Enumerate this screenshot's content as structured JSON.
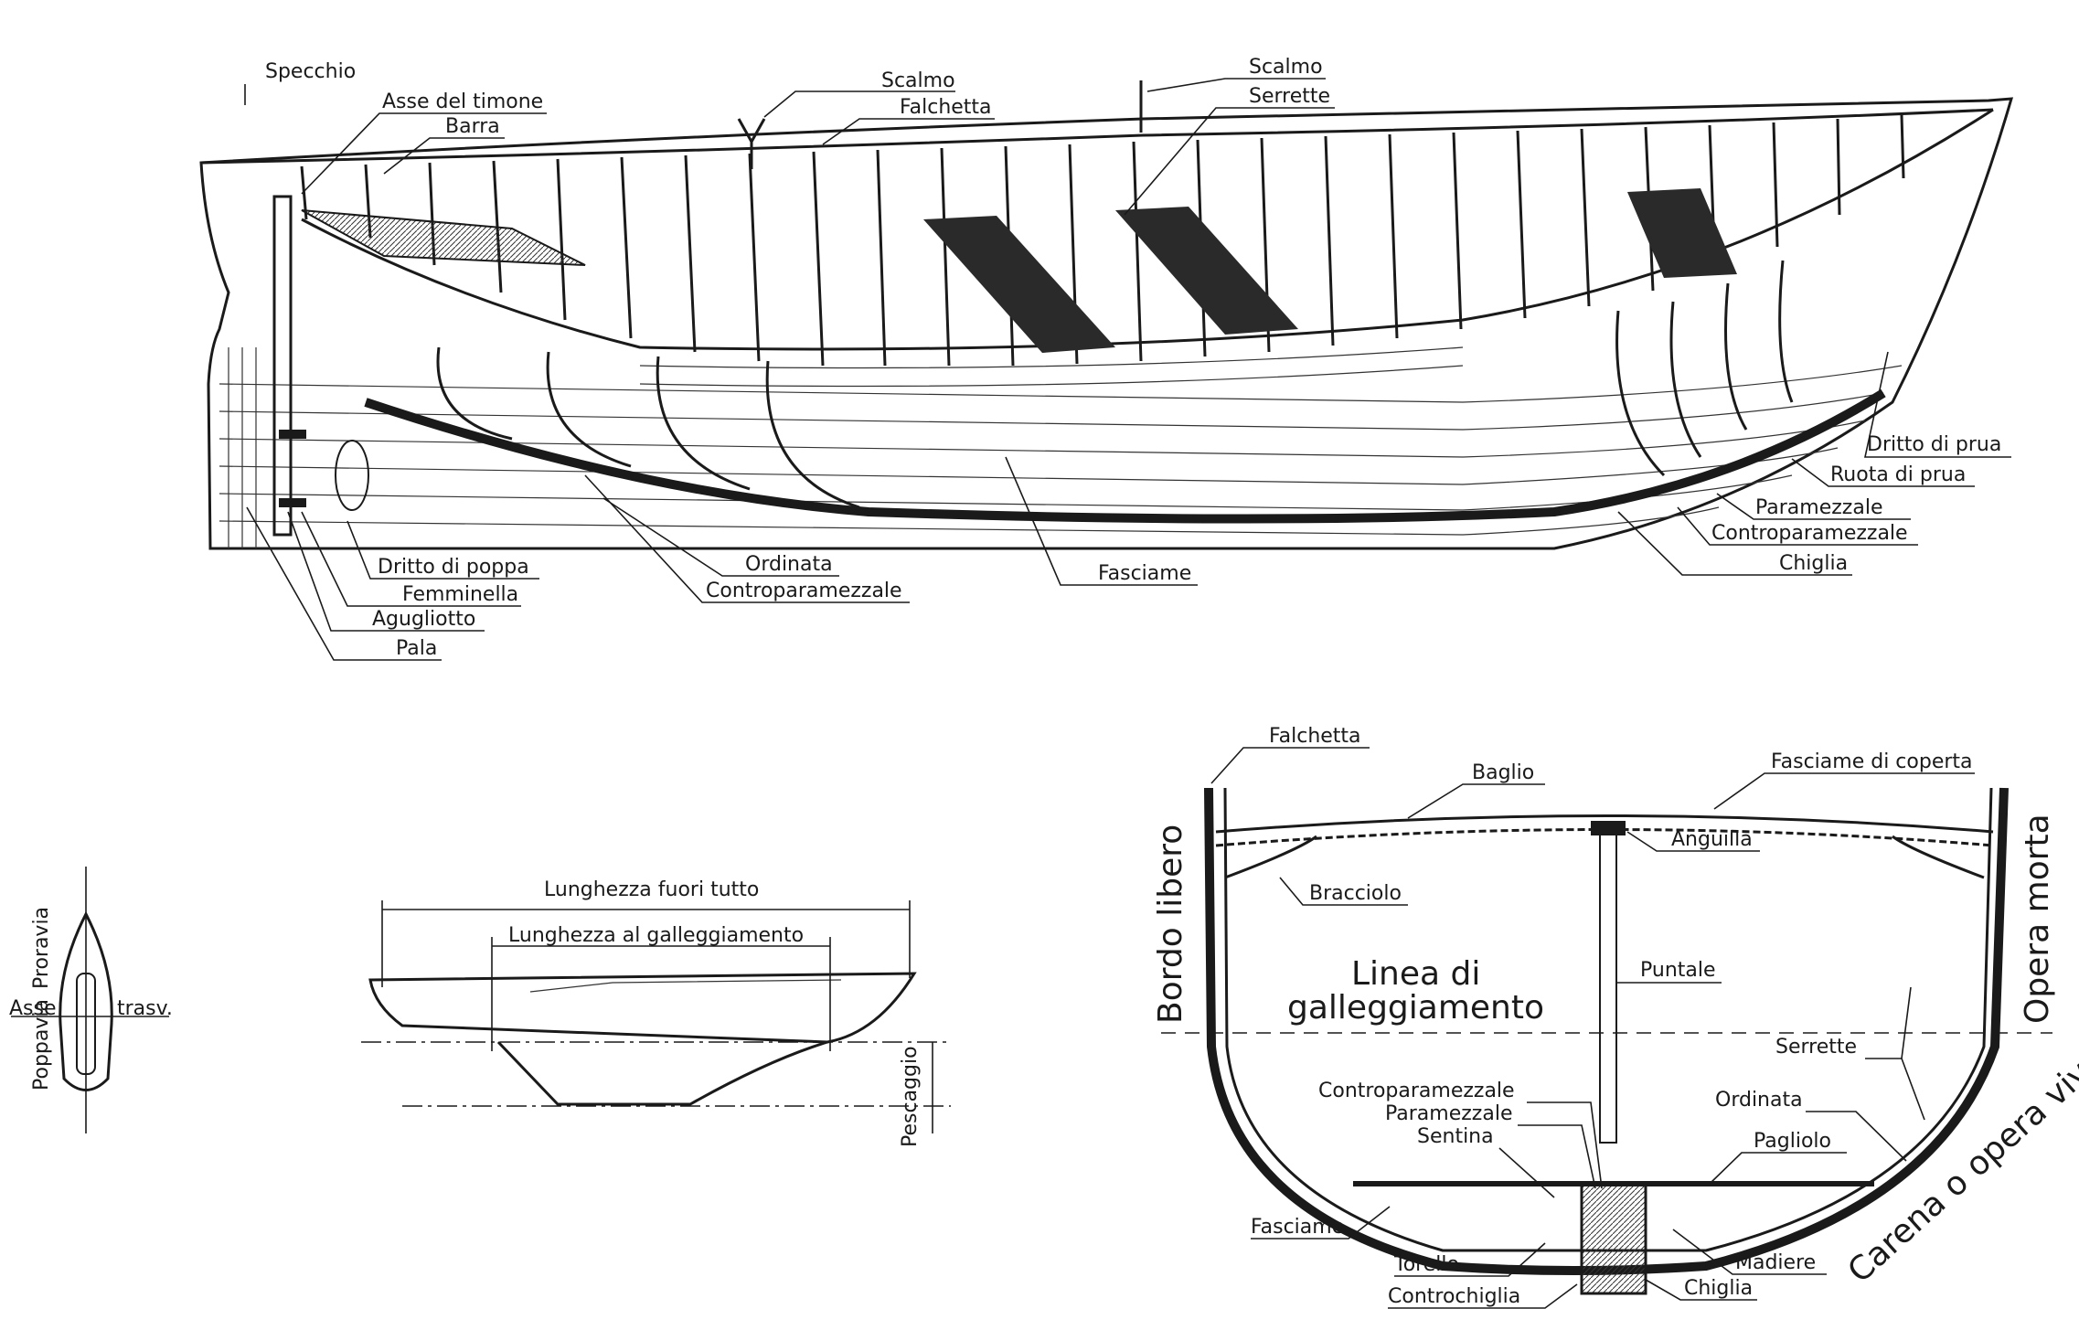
{
  "side_view": {
    "labels": {
      "specchio": "Specchio",
      "asse_timone": "Asse del timone",
      "barra": "Barra",
      "scalmo_1": "Scalmo",
      "falchetta": "Falchetta",
      "scalmo_2": "Scalmo",
      "serrette": "Serrette",
      "dritto_prua": "Dritto di prua",
      "ruota_prua": "Ruota di prua",
      "paramezzale": "Paramezzale",
      "controparamezzale_right": "Controparamezzale",
      "chiglia": "Chiglia",
      "fasciame": "Fasciame",
      "ordinata": "Ordinata",
      "controparamezzale_mid": "Controparamezzale",
      "dritto_poppa": "Dritto di poppa",
      "femminella": "Femminella",
      "agugliotto": "Agugliotto",
      "pala": "Pala"
    }
  },
  "orientation": {
    "proravia": "Proravia",
    "poppavia": "Poppavia",
    "asse": "Asse",
    "trasv": "trasv."
  },
  "dimensions": {
    "lunghezza_fuori_tutto": "Lunghezza fuori tutto",
    "lunghezza_galleggiamento": "Lunghezza al galleggiamento",
    "pescaggio": "Pescaggio"
  },
  "section": {
    "labels": {
      "falchetta": "Falchetta",
      "baglio": "Baglio",
      "fasciame_coperta": "Fasciame di coperta",
      "anguilla": "Anguilla",
      "bracciolo": "Bracciolo",
      "linea_1": "Linea di",
      "linea_2": "galleggiamento",
      "puntale": "Puntale",
      "serrette": "Serrette",
      "ordinata": "Ordinata",
      "contro": "Controparamezzale",
      "paramezzale": "Paramezzale",
      "sentina": "Sentina",
      "pagliolo": "Pagliolo",
      "fasciame": "Fasciame",
      "torello": "Torello",
      "madiere": "Madiere",
      "controchiglia": "Controchiglia",
      "chiglia": "Chiglia",
      "bordo_libero": "Bordo libero",
      "opera_morta": "Opera morta",
      "carena": "Carena o opera viva"
    }
  },
  "colors": {
    "ink": "#1a1a1a",
    "paper": "#ffffff"
  }
}
